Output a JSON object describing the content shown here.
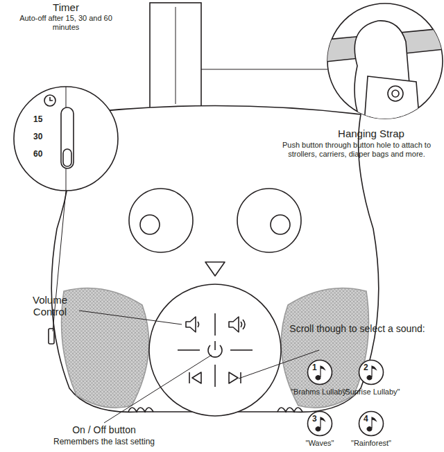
{
  "diagram": {
    "nodes": [
      {
        "text": [
          "15",
          "30",
          "60"
        ]
      },
      {
        "text": [
          "1",
          "\"Brahms Lullaby\""
        ]
      },
      {
        "text": [
          "2",
          "\"Sunrise Lullaby\""
        ]
      },
      {
        "text": [
          "3",
          "\"Waves\""
        ]
      },
      {
        "text": [
          "4",
          "\"Rainforest\""
        ]
      }
    ],
    "labels": [
      "Timer",
      "Auto-off after 15, 30 and 60 minutes",
      "Hanging Strap",
      "Push button through button hole to attach to strollers, carriers, diaper bags and more.",
      "Volume Control",
      "Scroll though to select a sound:",
      "On / Off button",
      "Remembers the last setting"
    ]
  }
}
